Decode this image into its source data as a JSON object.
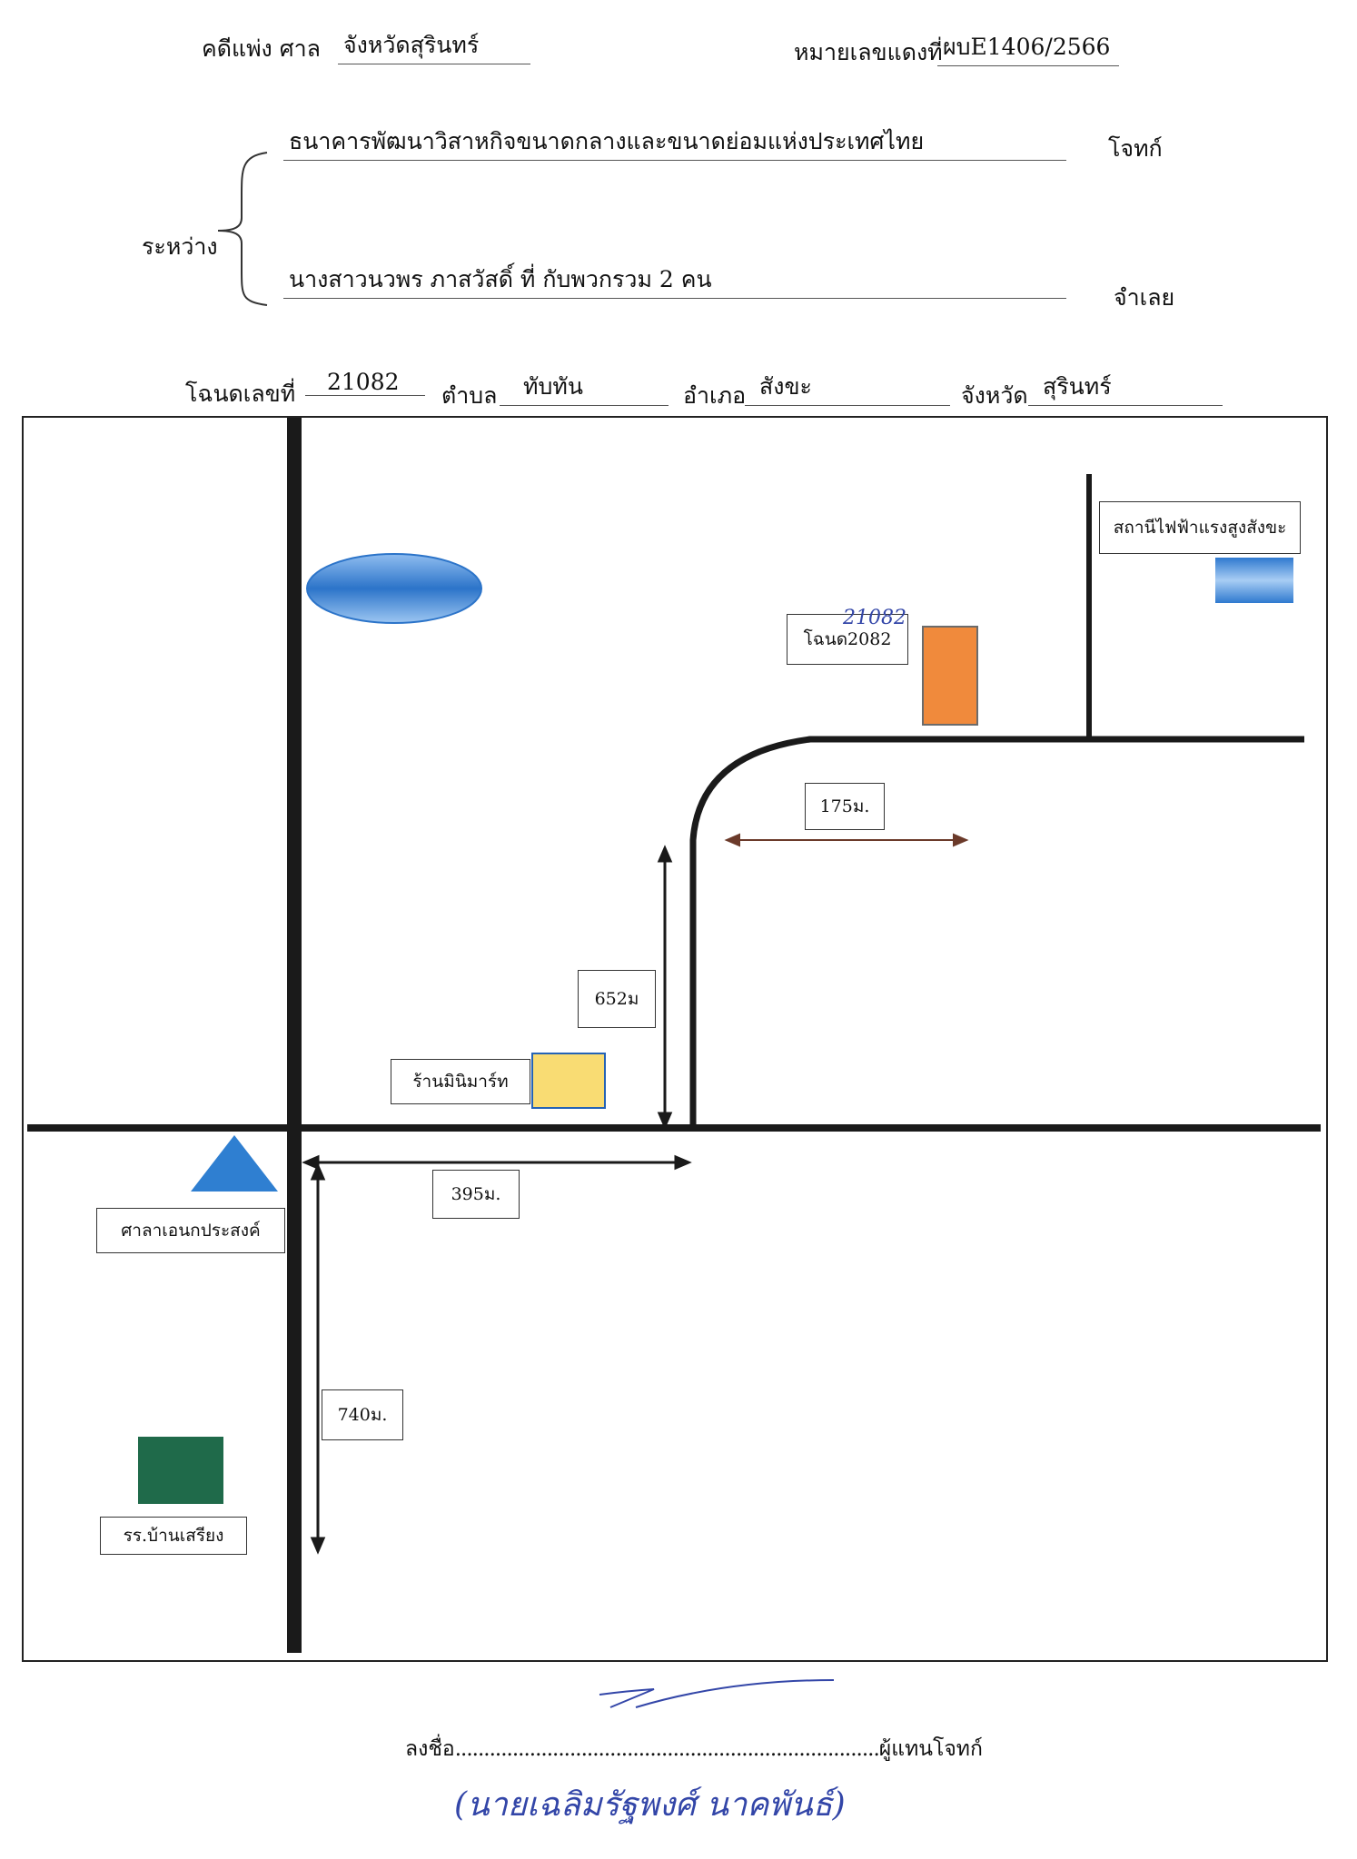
{
  "header": {
    "case_label": "คดีแพ่ง ศาล",
    "court": "จังหวัดสุรินทร์",
    "red_number_label": "หมายเลขแดงที่",
    "red_number": "ผบE1406/2566"
  },
  "parties": {
    "between_label": "ระหว่าง",
    "plaintiff": "ธนาคารพัฒนาวิสาหกิจขนาดกลางและขนาดย่อมแห่งประเทศไทย",
    "plaintiff_role": "โจทก์",
    "defendant": "นางสาวนวพร  ภาสวัสดิ์ ที่ กับพวกรวม 2 คน",
    "defendant_role": "จำเลย"
  },
  "property": {
    "deed_label": "โฉนดเลขที่",
    "deed_number": "21082",
    "subdistrict_label": "ตำบล",
    "subdistrict": "ทับทัน",
    "district_label": "อำเภอ",
    "district": "สังขะ",
    "province_label": "จังหวัด",
    "province": "สุรินทร์"
  },
  "map": {
    "substation_label": "สถานีไฟฟ้าแรงสูงสังขะ",
    "deed_box_label": "โฉนด2082",
    "deed_handwritten": "21082",
    "mart_label": "ร้านมินิมาร์ท",
    "school_label": "รร.บ้านเสรียง",
    "sala_label": "ศาลาเอนกประสงค์",
    "dist_175": "175ม.",
    "dist_652": "652ม",
    "dist_395": "395ม.",
    "dist_740": "740ม.",
    "colors": {
      "road": "#1a1a1a",
      "plot": "#f08a3c",
      "mart": "#f9dc73",
      "school": "#1f6a4a",
      "sala": "#2f7fd1",
      "substation": "#3b86d6",
      "pond": "#4a8fd8",
      "arrow": "#6b3a2a"
    }
  },
  "signature": {
    "sign_label": "ลงชื่อ",
    "dots": "..........................................................................",
    "role": "ผู้แทนโจทก์",
    "name_handwritten": "(นายเฉลิมรัฐพงศ์  นาคพันธ์)"
  }
}
